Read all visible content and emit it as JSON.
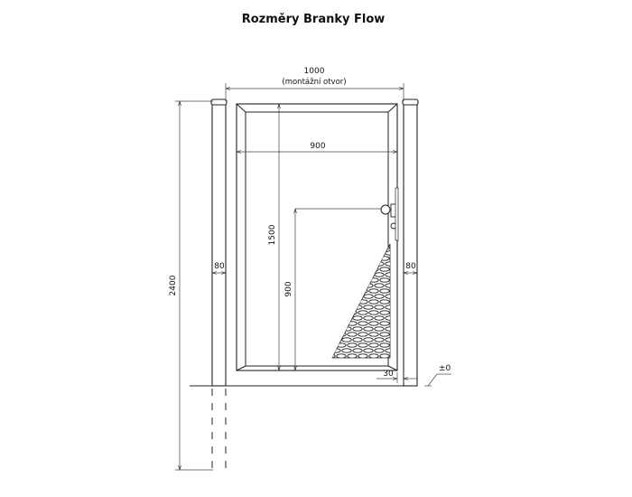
{
  "title": "Rozměry Branky Flow",
  "dimensions": {
    "opening_width": "1000",
    "opening_note": "(montážní otvor)",
    "leaf_width": "900",
    "leaf_height": "1500",
    "handle_height": "900",
    "total_height": "2400",
    "post_left_width": "80",
    "post_right_width": "80",
    "bottom_gap": "30",
    "ground_level": "±0"
  },
  "colors": {
    "line": "#222222",
    "background": "#ffffff"
  }
}
